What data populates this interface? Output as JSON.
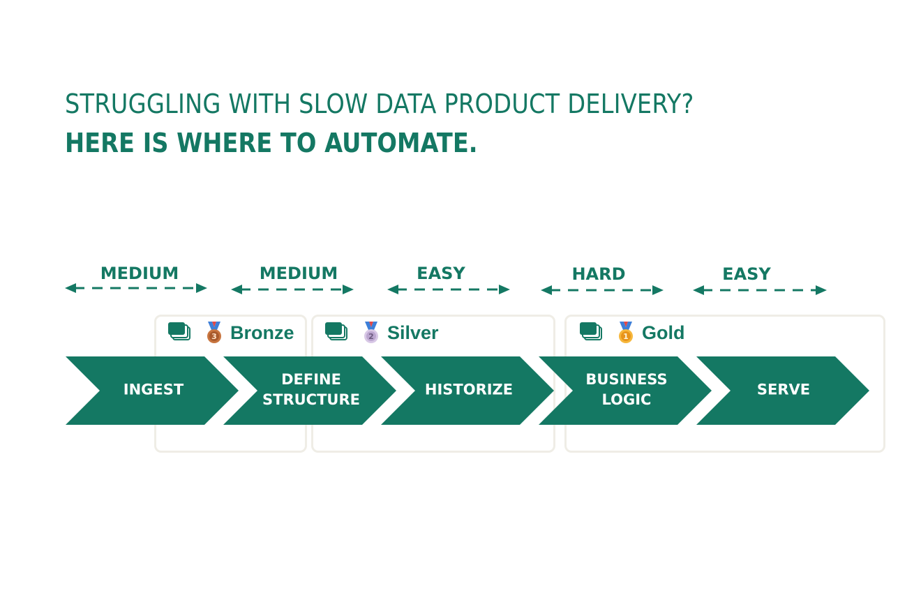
{
  "title": {
    "line1": "STRUGGLING WITH SLOW DATA PRODUCT DELIVERY?",
    "line2": "HERE IS WHERE TO AUTOMATE."
  },
  "difficulty": [
    "MEDIUM",
    "MEDIUM",
    "EASY",
    "HARD",
    "EASY"
  ],
  "layers": [
    {
      "name": "Bronze",
      "medal_icon": "bronze-medal-icon",
      "rank": "3",
      "color": "#c8753f",
      "stack_icon": "stacked-layers-icon"
    },
    {
      "name": "Silver",
      "medal_icon": "silver-medal-icon",
      "rank": "2",
      "color": "#c9b6d9",
      "stack_icon": "stacked-layers-icon"
    },
    {
      "name": "Gold",
      "medal_icon": "gold-medal-icon",
      "rank": "1",
      "color": "#f2a21e",
      "stack_icon": "stacked-layers-icon"
    }
  ],
  "steps": [
    {
      "line1": "INGEST",
      "line2": ""
    },
    {
      "line1": "DEFINE",
      "line2": "STRUCTURE"
    },
    {
      "line1": "HISTORIZE",
      "line2": ""
    },
    {
      "line1": "BUSINESS",
      "line2": "LOGIC"
    },
    {
      "line1": "SERVE",
      "line2": ""
    }
  ],
  "colors": {
    "accent": "#147863",
    "box_border": "#efede6",
    "step_text": "#ffffff"
  }
}
